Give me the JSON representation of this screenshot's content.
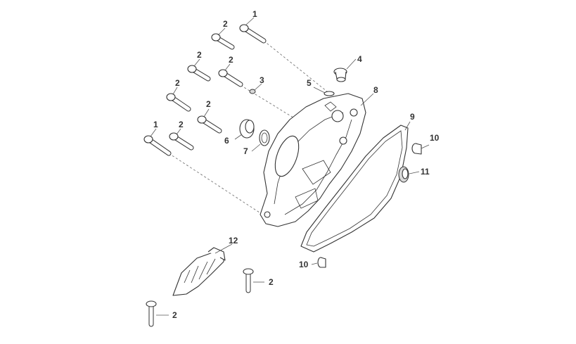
{
  "callouts": {
    "c1a": "1",
    "c1b": "1",
    "c2a": "2",
    "c2b": "2",
    "c2c": "2",
    "c2d": "2",
    "c2e": "2",
    "c2f": "2",
    "c2g": "2",
    "c2h": "2",
    "c3": "3",
    "c4": "4",
    "c5": "5",
    "c6": "6",
    "c7": "7",
    "c8": "8",
    "c9": "9",
    "c10a": "10",
    "c10b": "10",
    "c11": "11",
    "c12": "12"
  }
}
